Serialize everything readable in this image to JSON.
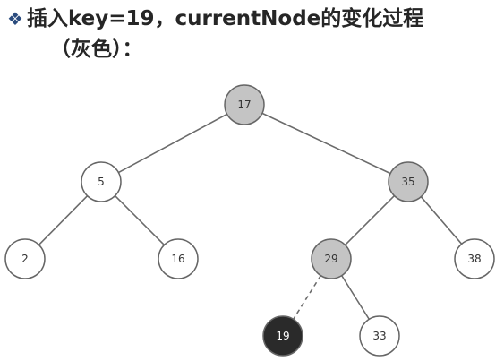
{
  "title": {
    "bullet": "❖",
    "line1": "插入key=19，currentNode的变化过程",
    "line2": "（灰色）："
  },
  "colors": {
    "visited_fill": "#c4c4c4",
    "normal_fill": "#ffffff",
    "new_fill": "#2a2a2a",
    "stroke": "#666666"
  },
  "tree": {
    "nodes": [
      {
        "id": "n17",
        "label": "17",
        "state": "visited"
      },
      {
        "id": "n5",
        "label": "5",
        "state": "normal"
      },
      {
        "id": "n35",
        "label": "35",
        "state": "visited"
      },
      {
        "id": "n2",
        "label": "2",
        "state": "normal"
      },
      {
        "id": "n16",
        "label": "16",
        "state": "normal"
      },
      {
        "id": "n29",
        "label": "29",
        "state": "visited"
      },
      {
        "id": "n38",
        "label": "38",
        "state": "normal"
      },
      {
        "id": "n19",
        "label": "19",
        "state": "new"
      },
      {
        "id": "n33",
        "label": "33",
        "state": "normal"
      }
    ],
    "edges": [
      {
        "from": "n17",
        "to": "n5",
        "style": "solid"
      },
      {
        "from": "n17",
        "to": "n35",
        "style": "solid"
      },
      {
        "from": "n5",
        "to": "n2",
        "style": "solid"
      },
      {
        "from": "n5",
        "to": "n16",
        "style": "solid"
      },
      {
        "from": "n35",
        "to": "n29",
        "style": "solid"
      },
      {
        "from": "n35",
        "to": "n38",
        "style": "solid"
      },
      {
        "from": "n29",
        "to": "n19",
        "style": "dashed"
      },
      {
        "from": "n29",
        "to": "n33",
        "style": "solid"
      }
    ]
  }
}
